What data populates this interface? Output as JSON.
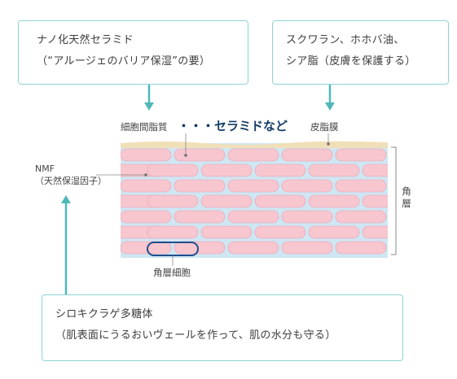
{
  "boxes": {
    "nano_ceramide": {
      "line1": "ナノ化天然セラミド",
      "line2": "（“アルージェのバリア保湿”の要）"
    },
    "squalane": {
      "line1": "スクワラン、ホホバ油、",
      "line2": "シア脂（皮膚を保護する）"
    },
    "cloud": {
      "line1": "シロキクラゲ多糖体",
      "line2": "（肌表面にうるおいヴェールを作って、肌の水分も守る）"
    }
  },
  "labels": {
    "intercellular_lipid": "細胞間脂質",
    "intercellular_lipid_detail": "・・・セラミドなど",
    "sebum": "皮脂膜",
    "nmf": "NMF",
    "nmf_detail": "（天然保湿因子）",
    "corneocyte": "角層細胞",
    "stratum_corneum": "角層"
  },
  "colors": {
    "box_border": "#8fd3d6",
    "arrow": "#4fb8b8",
    "cell_fill": "#f7c6cf",
    "cell_stroke": "#e8a0b0",
    "lipid_fill": "#cfe6f3",
    "sebum_fill": "#f1dfb8",
    "highlight_stroke": "#1f4e8c"
  }
}
